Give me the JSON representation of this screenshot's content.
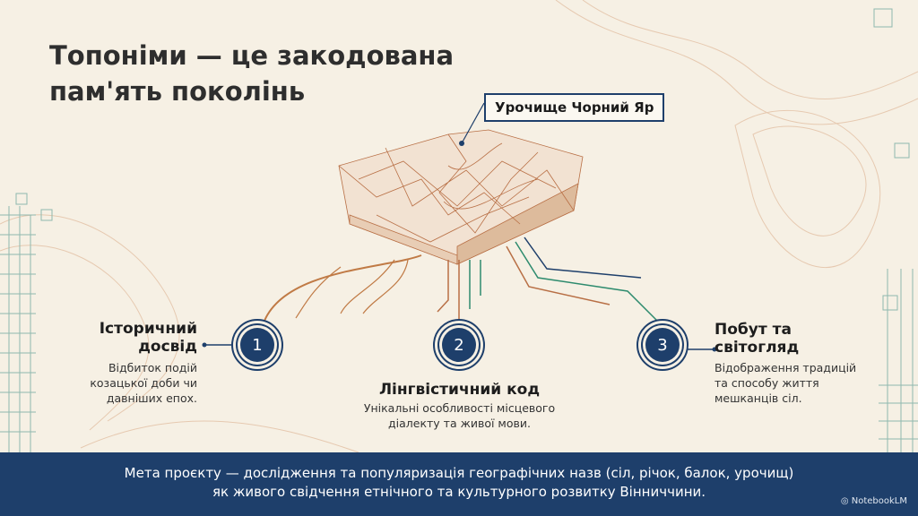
{
  "title": "Топоніми — це закодована пам'ять поколінь",
  "landmark_label": "Урочище Чорний Яр",
  "items": [
    {
      "number": "1",
      "heading": "Історичний досвід",
      "description": "Відбиток подій козацької доби чи давніших епох."
    },
    {
      "number": "2",
      "heading": "Лінгвістичний код",
      "description": "Унікальні особливості місцевого діалекту та живої мови."
    },
    {
      "number": "3",
      "heading": "Побут та світогляд",
      "description": "Відображення традицій та способу життя мешканців сіл."
    }
  ],
  "banner": {
    "line1": "Мета проєкту — дослідження та популяризація географічних назв (сіл, річок, балок, урочищ)",
    "line2": "як живого свідчення етнічного та культурного розвитку Вінниччини."
  },
  "brand": "NotebookLM",
  "colors": {
    "navy": "#1e3f6b",
    "terrain": "#b86f45",
    "teal": "#2e8b6e",
    "background": "#f6f0e4"
  }
}
